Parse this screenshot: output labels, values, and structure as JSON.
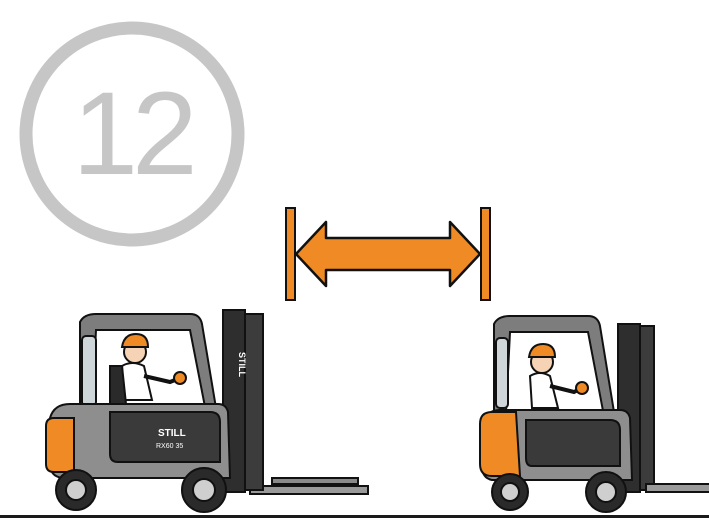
{
  "step": {
    "number": "12"
  },
  "forklift_left": {
    "brand": "STILL",
    "model": "RX60 35",
    "mast_brand": "STILL"
  },
  "forklift_right": {},
  "colors": {
    "badge": "#c6c6c6",
    "accent_orange": "#f08a24",
    "body_gray": "#8e8e8e",
    "body_dark": "#3a3a3a",
    "outline": "#111111"
  },
  "icons": {
    "distance_arrow": "double-headed-arrow-icon"
  }
}
